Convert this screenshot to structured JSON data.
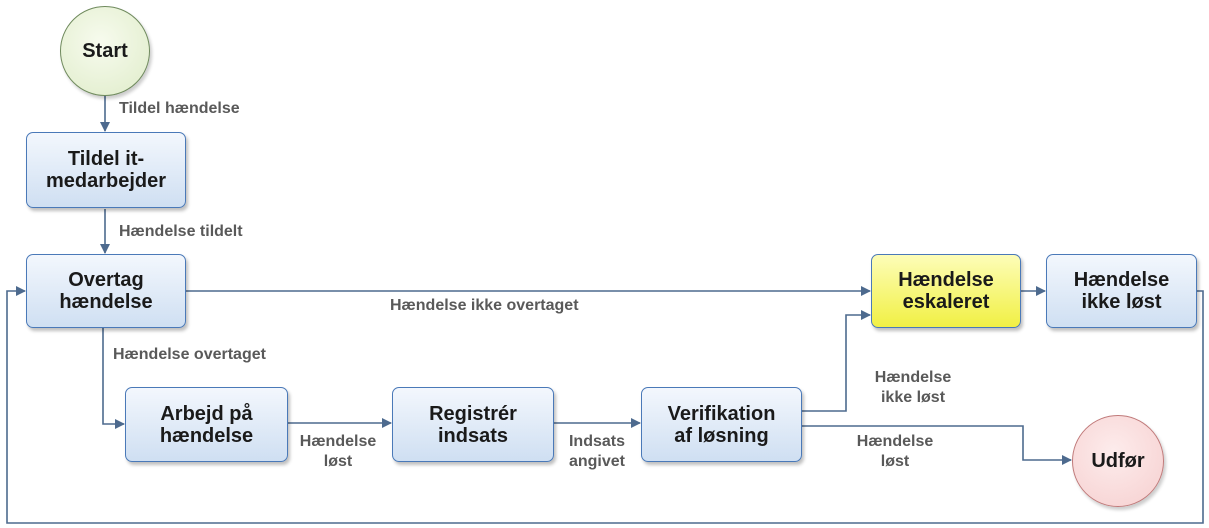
{
  "nodes": {
    "start": "Start",
    "assign": "Tildel it-\nmedarbejder",
    "takeover": "Overtag\nhændelse",
    "work": "Arbejd på\nhændelse",
    "register": "Registrér\nindsats",
    "verify": "Verifikation\naf løsning",
    "escalated": "Hændelse\neskaleret",
    "not_solved": "Hændelse\nikke løst",
    "execute": "Udfør"
  },
  "edge_labels": {
    "assign_incident": "Tildel hændelse",
    "incident_assigned": "Hændelse tildelt",
    "incident_taken_over": "Hændelse overtaget",
    "incident_not_taken_over": "Hændelse ikke overtaget",
    "incident_solved_1": "Hændelse\nløst",
    "effort_entered": "Indsats\nangivet",
    "incident_not_solved": "Hændelse\nikke løst",
    "incident_solved_2": "Hændelse\nløst"
  },
  "colors": {
    "line": "#4d6a8e",
    "box_border": "#4a79b8",
    "highlight": "#f1f044"
  }
}
